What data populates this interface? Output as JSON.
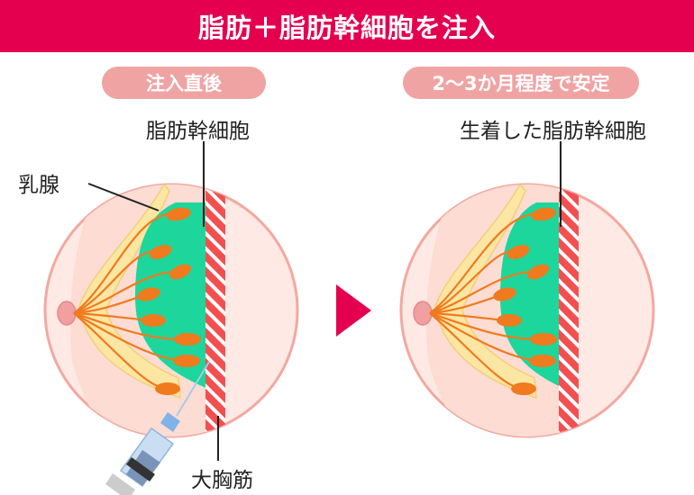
{
  "title": "脂肪＋脂肪幹細胞を注入",
  "left_panel": {
    "badge": "注入直後",
    "label_stem_cells": "脂肪幹細胞",
    "label_mammary_gland": "乳腺",
    "label_pectoral_muscle": "大胸筋"
  },
  "right_panel": {
    "badge": "2〜3か月程度で安定",
    "label_stem_cells": "生着した脂肪幹細胞"
  },
  "colors": {
    "header": "#e5004f",
    "badge": "#f0a3a3",
    "fat_green": "#1dd69b",
    "muscle_red": "#f25050",
    "gland_orange": "#f07a1e",
    "arrow": "#e5004f"
  }
}
